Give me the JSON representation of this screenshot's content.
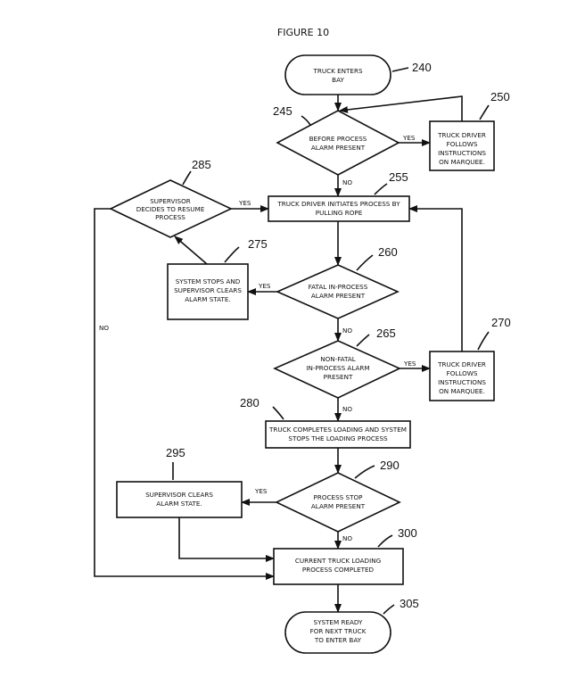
{
  "figure_title": "FIGURE 10",
  "nodes": {
    "n240": {
      "ref": "240",
      "lines": [
        "TRUCK ENTERS",
        "BAY"
      ]
    },
    "n245": {
      "ref": "245",
      "lines": [
        "BEFORE PROCESS",
        "ALARM PRESENT"
      ]
    },
    "n250": {
      "ref": "250",
      "lines": [
        "TRUCK DRIVER",
        "FOLLOWS",
        "INSTRUCTIONS",
        "ON MARQUEE."
      ]
    },
    "n255": {
      "ref": "255",
      "lines": [
        "TRUCK DRIVER INITIATES PROCESS BY",
        "PULLING ROPE"
      ]
    },
    "n260": {
      "ref": "260",
      "lines": [
        "FATAL IN-PROCESS",
        "ALARM PRESENT"
      ]
    },
    "n265": {
      "ref": "265",
      "lines": [
        "NON-FATAL",
        "IN-PROCESS ALARM",
        "PRESENT"
      ]
    },
    "n270": {
      "ref": "270",
      "lines": [
        "TRUCK DRIVER",
        "FOLLOWS",
        "INSTRUCTIONS",
        "ON MARQUEE."
      ]
    },
    "n275": {
      "ref": "275",
      "lines": [
        "SYSTEM STOPS AND",
        "SUPERVISOR CLEARS",
        "ALARM STATE."
      ]
    },
    "n280": {
      "ref": "280",
      "lines": [
        "TRUCK COMPLETES LOADING AND SYSTEM",
        "STOPS THE LOADING PROCESS"
      ]
    },
    "n285": {
      "ref": "285",
      "lines": [
        "SUPERVISOR",
        "DECIDES TO RESUME",
        "PROCESS"
      ]
    },
    "n290": {
      "ref": "290",
      "lines": [
        "PROCESS STOP",
        "ALARM PRESENT"
      ]
    },
    "n295": {
      "ref": "295",
      "lines": [
        "SUPERVISOR CLEARS",
        "ALARM STATE."
      ]
    },
    "n300": {
      "ref": "300",
      "lines": [
        "CURRENT TRUCK LOADING",
        "PROCESS COMPLETED"
      ]
    },
    "n305": {
      "ref": "305",
      "lines": [
        "SYSTEM READY",
        "FOR NEXT TRUCK",
        "TO ENTER BAY"
      ]
    }
  },
  "edge_labels": {
    "yes_245": "YES",
    "no_245": "NO",
    "yes_285": "YES",
    "no_285": "NO",
    "yes_260": "YES",
    "no_260": "NO",
    "yes_265": "YES",
    "no_265": "NO",
    "yes_290": "YES",
    "no_290": "NO"
  }
}
